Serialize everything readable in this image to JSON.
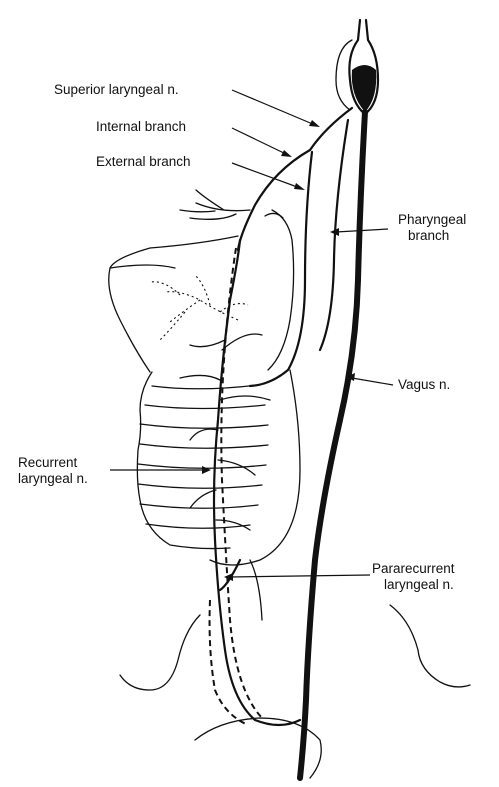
{
  "labels": {
    "superior_laryngeal": "Superior laryngeal n.",
    "internal_branch": "Internal branch",
    "external_branch": "External branch",
    "pharyngeal_branch_line1": "Pharyngeal",
    "pharyngeal_branch_line2": "branch",
    "vagus": "Vagus n.",
    "recurrent_line1": "Recurrent",
    "recurrent_line2": "laryngeal n.",
    "pararecurrent_line1": "Pararecurrent",
    "pararecurrent_line2": "laryngeal n."
  }
}
